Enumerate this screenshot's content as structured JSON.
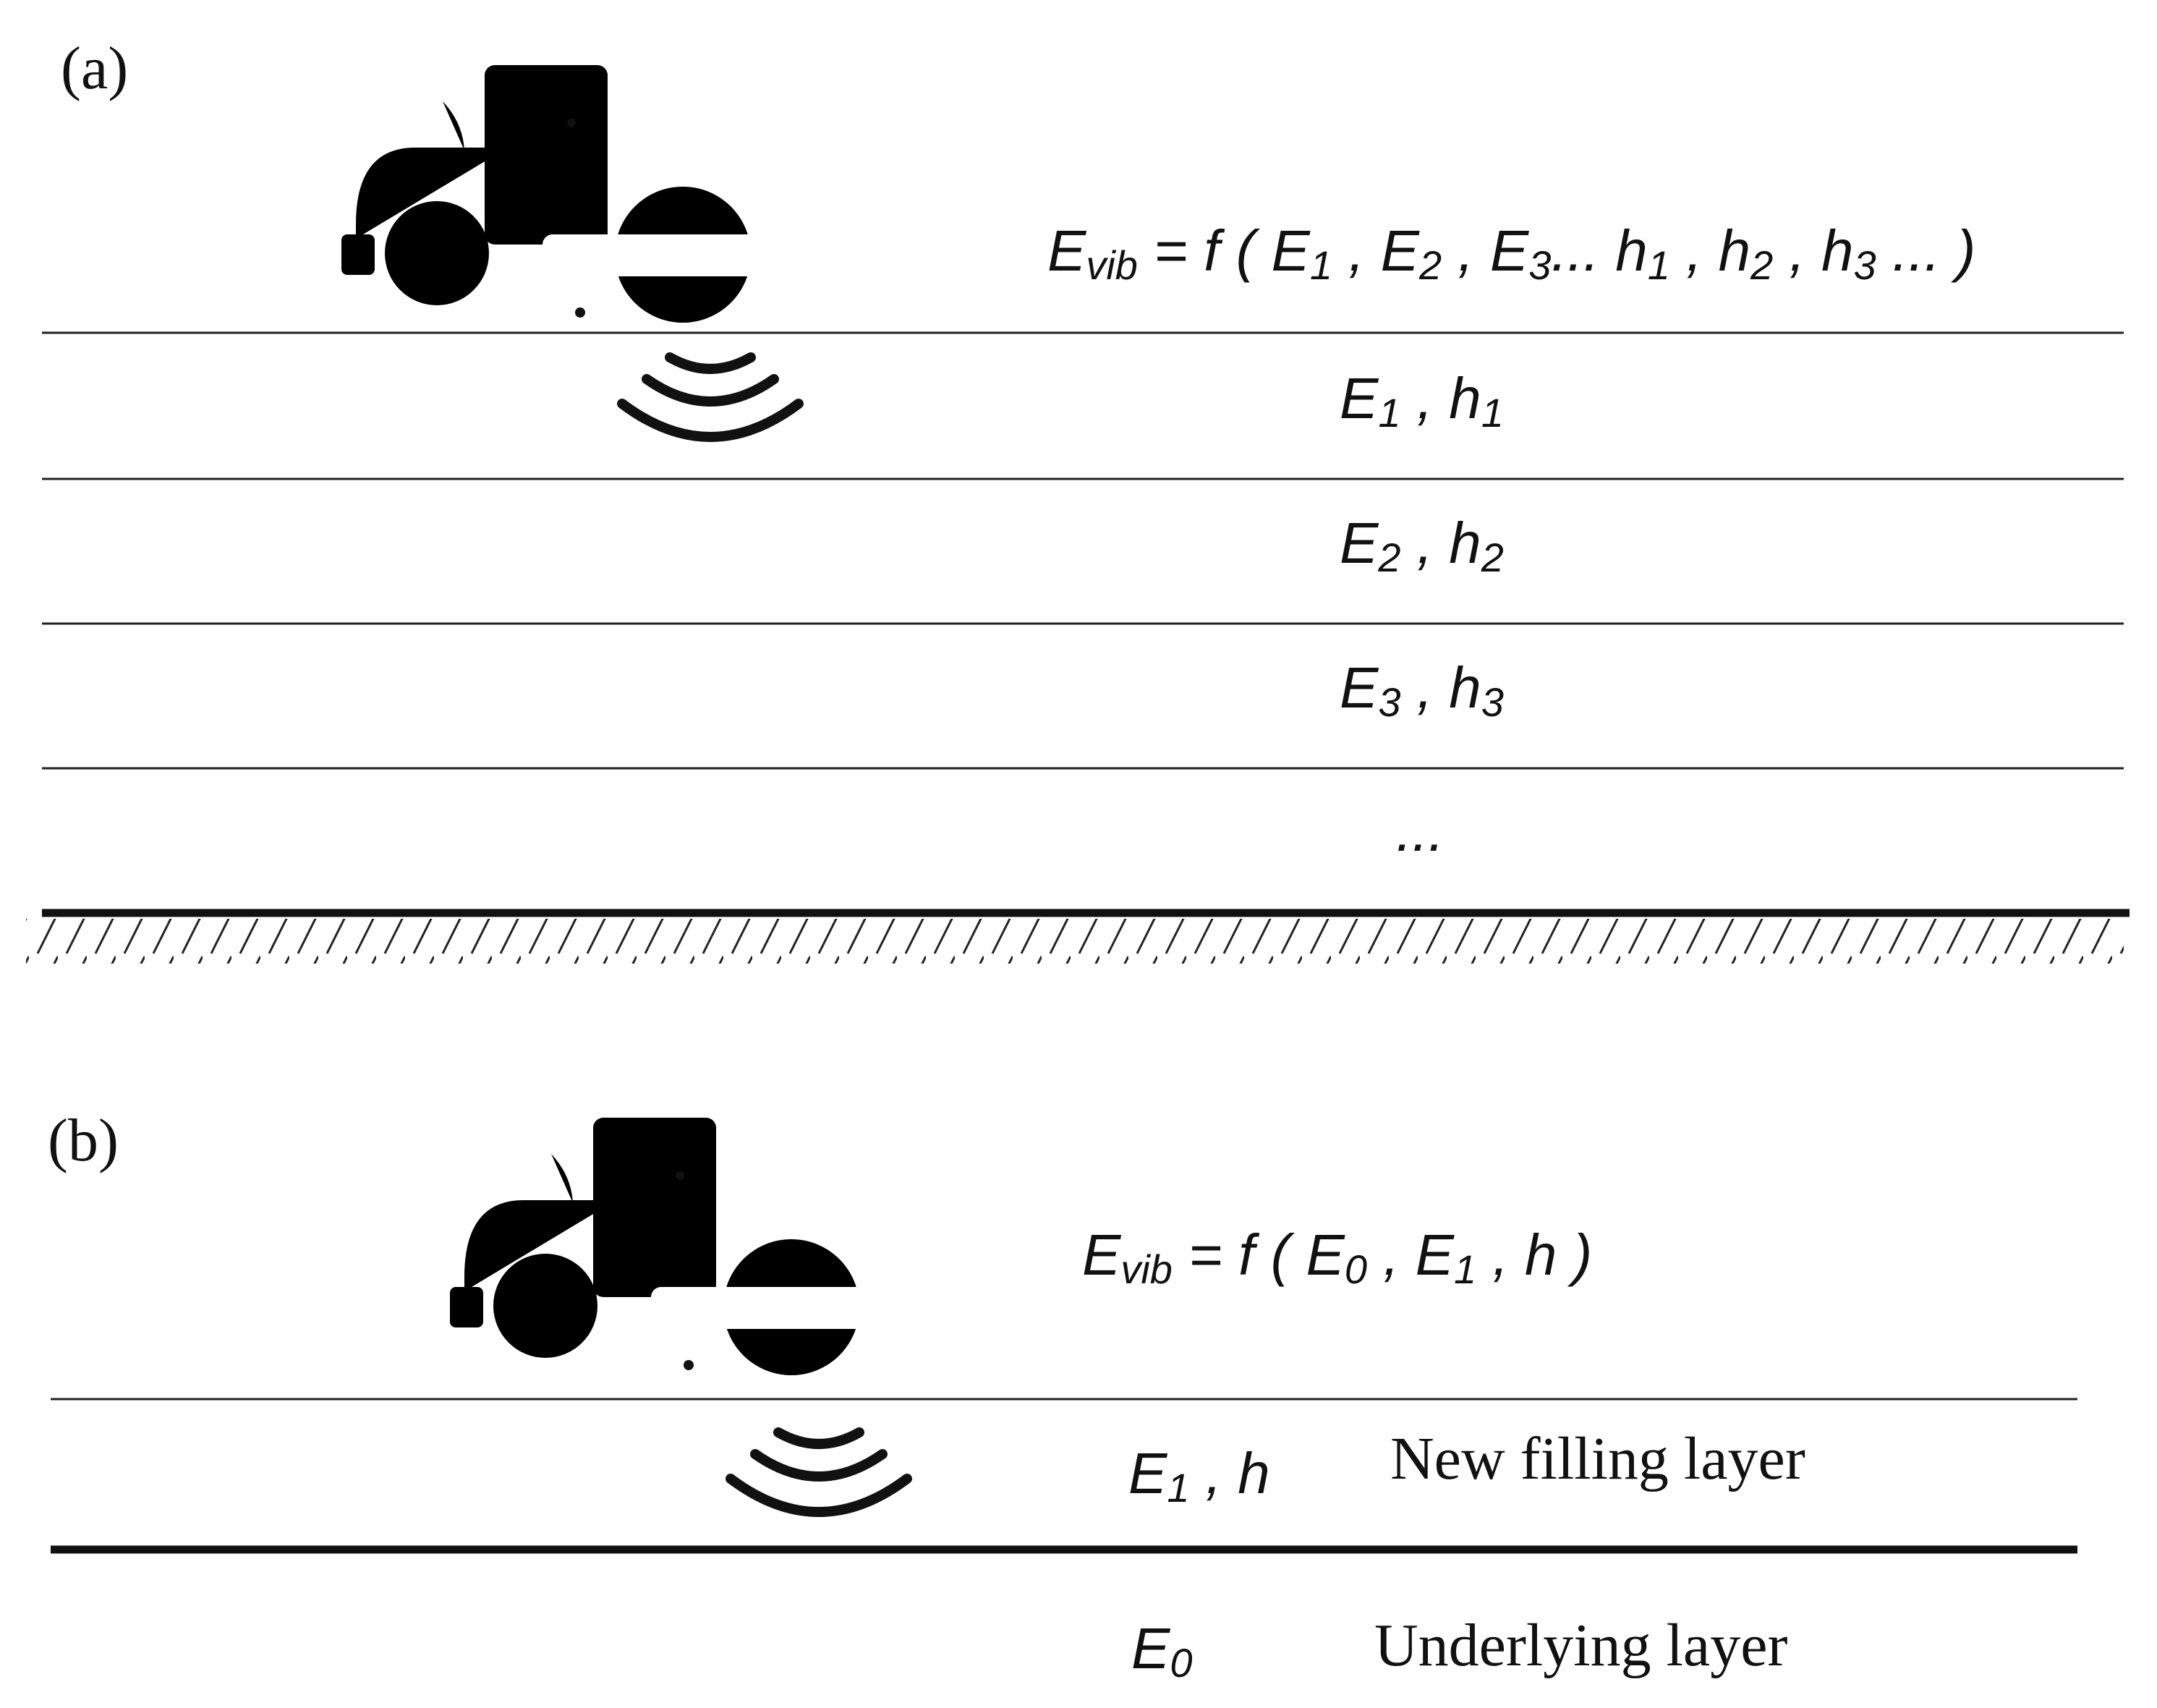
{
  "panels": [
    {
      "label": "(a)",
      "formula": {
        "lhs_base": "E",
        "lhs_sub": "vib",
        "eq": " = ",
        "func": "f ( ",
        "args": [
          {
            "base": "E",
            "sub": "1"
          },
          {
            "sep": " , "
          },
          {
            "base": "E",
            "sub": "2"
          },
          {
            "sep": " , "
          },
          {
            "base": "E",
            "sub": "3"
          },
          {
            "sep": "... "
          },
          {
            "base": "h",
            "sub": "1"
          },
          {
            "sep": " , "
          },
          {
            "base": "h",
            "sub": "2"
          },
          {
            "sep": " , "
          },
          {
            "base": "h",
            "sub": "3"
          },
          {
            "sep": " ... )"
          }
        ]
      },
      "layers": [
        {
          "e_base": "E",
          "e_sub": "1",
          "comma": " ,  ",
          "h_base": "h",
          "h_sub": "1"
        },
        {
          "e_base": "E",
          "e_sub": "2",
          "comma": " ,  ",
          "h_base": "h",
          "h_sub": "2"
        },
        {
          "e_base": "E",
          "e_sub": "3",
          "comma": " ,  ",
          "h_base": "h",
          "h_sub": "3"
        }
      ],
      "ellipsis": "..."
    },
    {
      "label": "(b)",
      "formula": {
        "lhs_base": "E",
        "lhs_sub": "vib",
        "eq": " = ",
        "func": "f ( ",
        "e0_base": "E",
        "e0_sub": "0",
        "sep1": " , ",
        "e1_base": "E",
        "e1_sub": "1",
        "sep2": " , ",
        "h": "h",
        "close": " )"
      },
      "top_layer": {
        "e_base": "E",
        "e_sub": "1",
        "comma": " ,  ",
        "h": "h",
        "name": "New filling layer"
      },
      "bottom_layer": {
        "e_base": "E",
        "e_sub": "0",
        "name": "Underlying layer"
      }
    }
  ]
}
